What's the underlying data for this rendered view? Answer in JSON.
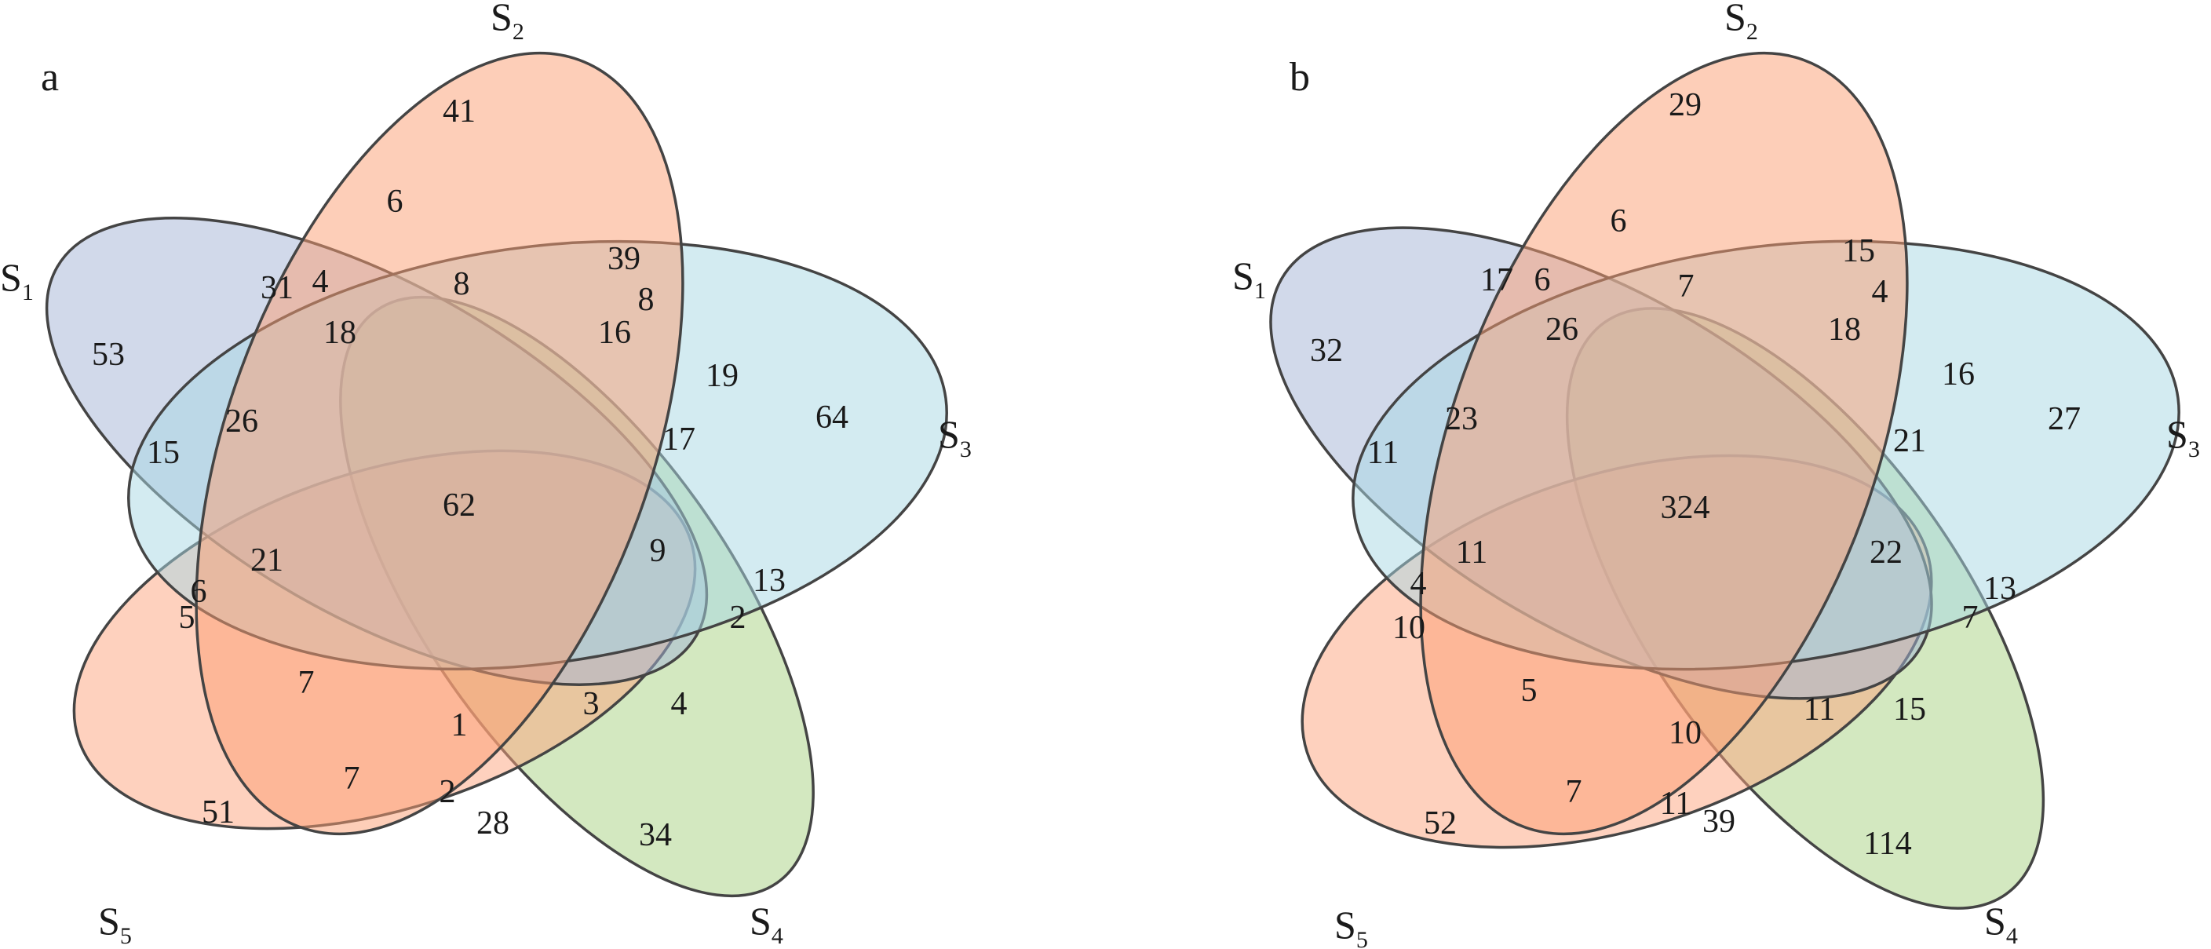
{
  "colors": {
    "S1": "#a4b4d6",
    "S2": "#fb9d72",
    "S3": "#a8d8e4",
    "S4": "#a8d282",
    "S5": "#fda47e",
    "stroke": "#444444"
  },
  "panels": [
    {
      "tag": "a",
      "sets": [
        {
          "letter": "S",
          "sub": "1"
        },
        {
          "letter": "S",
          "sub": "2"
        },
        {
          "letter": "S",
          "sub": "3"
        },
        {
          "letter": "S",
          "sub": "4"
        },
        {
          "letter": "S",
          "sub": "5"
        }
      ],
      "counts": [
        "41",
        "6",
        "53",
        "31",
        "4",
        "8",
        "39",
        "8",
        "18",
        "16",
        "19",
        "64",
        "15",
        "26",
        "17",
        "62",
        "21",
        "9",
        "6",
        "5",
        "13",
        "2",
        "7",
        "1",
        "3",
        "4",
        "7",
        "2",
        "51",
        "28",
        "34"
      ]
    },
    {
      "tag": "b",
      "sets": [
        {
          "letter": "S",
          "sub": "1"
        },
        {
          "letter": "S",
          "sub": "2"
        },
        {
          "letter": "S",
          "sub": "3"
        },
        {
          "letter": "S",
          "sub": "4"
        },
        {
          "letter": "S",
          "sub": "5"
        }
      ],
      "counts": [
        "29",
        "6",
        "17",
        "6",
        "7",
        "15",
        "4",
        "32",
        "26",
        "18",
        "16",
        "27",
        "11",
        "23",
        "21",
        "324",
        "11",
        "22",
        "4",
        "10",
        "13",
        "7",
        "5",
        "11",
        "15",
        "10",
        "7",
        "11",
        "39",
        "52",
        "114"
      ]
    }
  ]
}
